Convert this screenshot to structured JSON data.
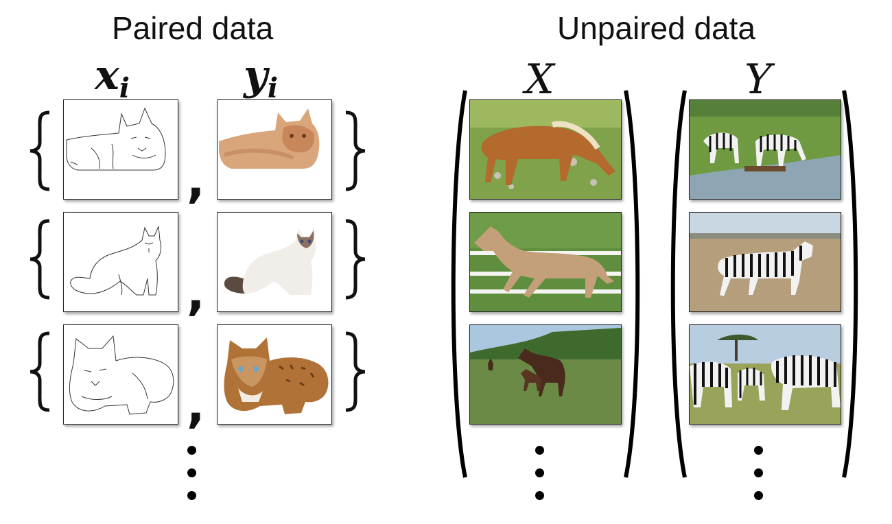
{
  "paired": {
    "title": "Paired data",
    "x_label": {
      "main": "x",
      "sub": "i"
    },
    "y_label": {
      "main": "y",
      "sub": "i"
    },
    "rows": [
      {
        "sketch": "cat-edge-sketch-1",
        "photo": "fluffy-orange-cat-photo"
      },
      {
        "sketch": "cat-edge-sketch-2",
        "photo": "ragdoll-cat-photo"
      },
      {
        "sketch": "cat-edge-sketch-3",
        "photo": "bengal-cat-photo"
      }
    ],
    "separator": ","
  },
  "unpaired": {
    "title": "Unpaired data",
    "x_label": "X",
    "y_label": "Y",
    "x_images": [
      "horse-grazing-photo",
      "horse-running-photo",
      "horses-field-photo"
    ],
    "y_images": [
      "zebras-drinking-photo",
      "zebra-walking-photo",
      "zebra-herd-photo"
    ]
  }
}
